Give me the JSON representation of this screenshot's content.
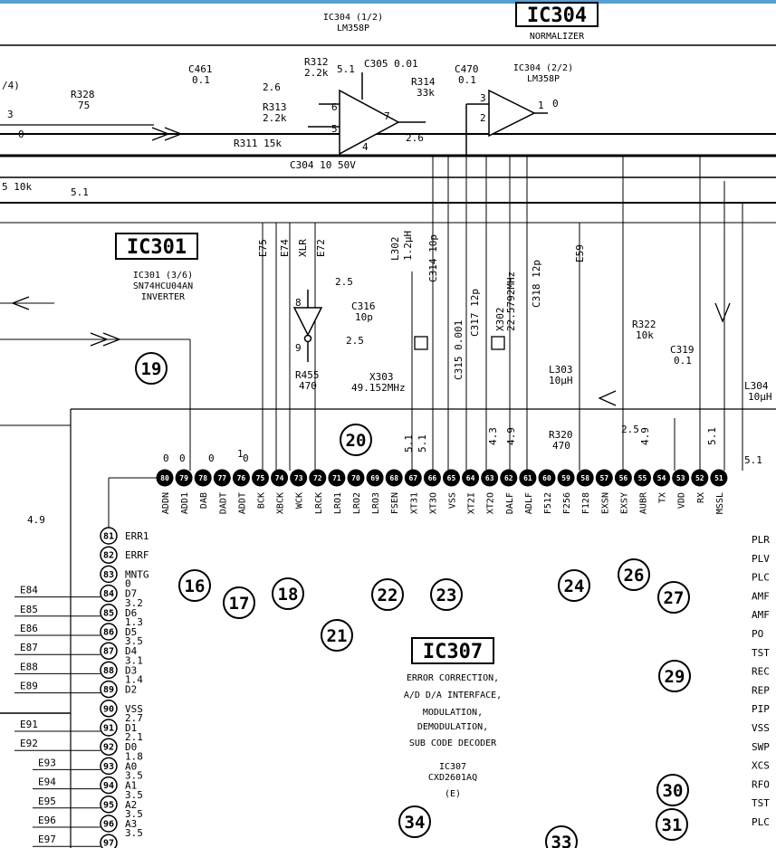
{
  "ic304": {
    "box": "IC304",
    "sub": "NORMALIZER",
    "half1": [
      "IC304 (1/2)",
      "LM358P"
    ],
    "half2": [
      "IC304 (2/2)",
      "LM358P"
    ]
  },
  "ic301": {
    "box": "IC301",
    "desc": [
      "IC301 (3/6)",
      "SN74HCU04AN",
      "INVERTER"
    ]
  },
  "ic307": {
    "box": "IC307",
    "desc": [
      "ERROR CORRECTION,",
      "A/D D/A INTERFACE,",
      "MODULATION,",
      "DEMODULATION,",
      "SUB CODE DECODER"
    ],
    "part": [
      "IC307",
      "CXD2601AQ",
      "(E)"
    ]
  },
  "components": [
    {
      "id": "c461",
      "lines": [
        "C461",
        "0.1"
      ]
    },
    {
      "id": "r312",
      "lines": [
        "R312",
        "2.2k"
      ]
    },
    {
      "id": "c305",
      "lines": [
        "C305 0.01"
      ]
    },
    {
      "id": "r314",
      "lines": [
        "R314",
        "33k"
      ]
    },
    {
      "id": "c470",
      "lines": [
        "C470",
        "0.1"
      ]
    },
    {
      "id": "r328",
      "lines": [
        "R328",
        "75"
      ]
    },
    {
      "id": "r313",
      "lines": [
        "R313",
        "2.2k"
      ]
    },
    {
      "id": "r311",
      "lines": [
        "R311 15k"
      ]
    },
    {
      "id": "c304",
      "lines": [
        "C304 10 50V"
      ]
    },
    {
      "id": "l302",
      "lines": [
        "L302",
        "1.2μH"
      ]
    },
    {
      "id": "c314",
      "lines": [
        "C314 10p"
      ]
    },
    {
      "id": "c317",
      "lines": [
        "C317 12p"
      ]
    },
    {
      "id": "x302",
      "lines": [
        "X302",
        "22.5792MHz"
      ]
    },
    {
      "id": "c318",
      "lines": [
        "C318 12p"
      ]
    },
    {
      "id": "c316",
      "lines": [
        "C316",
        "10p"
      ]
    },
    {
      "id": "c315",
      "lines": [
        "C315 0.001"
      ]
    },
    {
      "id": "x303",
      "lines": [
        "X303",
        "49.152MHz"
      ]
    },
    {
      "id": "r455",
      "lines": [
        "R455",
        "470"
      ]
    },
    {
      "id": "l303",
      "lines": [
        "L303",
        "10μH"
      ]
    },
    {
      "id": "r322",
      "lines": [
        "R322",
        "10k"
      ]
    },
    {
      "id": "c319",
      "lines": [
        "C319",
        "0.1"
      ]
    },
    {
      "id": "r320",
      "lines": [
        "R320",
        "470"
      ]
    },
    {
      "id": "l304",
      "lines": [
        "L304",
        "10μH"
      ]
    }
  ],
  "left_edge": {
    "frag1": "/4)",
    "frag2": "3",
    "frag3": "5 10k",
    "v51": "5.1",
    "v0": "0"
  },
  "edges": [
    "E75",
    "E74",
    "XLR",
    "E72",
    "E59"
  ],
  "voltages": {
    "v26a": "2.6",
    "v51a": "5.1",
    "v26b": "2.6",
    "v0out": "0",
    "v25a": "2.5",
    "v25b": "2.5",
    "v25c": "2.5",
    "v8": "8",
    "v9": "9",
    "v6": "6",
    "v5": "5",
    "v7": "7",
    "v4": "4",
    "v3": "3",
    "v2": "2",
    "v1": "1",
    "v49": "4.9"
  },
  "top_pins": [
    {
      "num": "80",
      "name": "ADDN"
    },
    {
      "num": "79",
      "name": "ADD1"
    },
    {
      "num": "78",
      "name": "DAB"
    },
    {
      "num": "77",
      "name": "DADT"
    },
    {
      "num": "76",
      "name": "ADDT"
    },
    {
      "num": "75",
      "name": "BCK"
    },
    {
      "num": "74",
      "name": "XBCK"
    },
    {
      "num": "73",
      "name": "WCK"
    },
    {
      "num": "72",
      "name": "LRCK"
    },
    {
      "num": "71",
      "name": "LRO1"
    },
    {
      "num": "70",
      "name": "LRO2"
    },
    {
      "num": "69",
      "name": "LRO3"
    },
    {
      "num": "68",
      "name": "FSEN"
    },
    {
      "num": "67",
      "name": "XT31"
    },
    {
      "num": "66",
      "name": "XT3O"
    },
    {
      "num": "65",
      "name": "VSS"
    },
    {
      "num": "64",
      "name": "XT2I"
    },
    {
      "num": "63",
      "name": "XT2O"
    },
    {
      "num": "62",
      "name": "DALF"
    },
    {
      "num": "61",
      "name": "ADLF"
    },
    {
      "num": "60",
      "name": "F512"
    },
    {
      "num": "59",
      "name": "F256"
    },
    {
      "num": "58",
      "name": "F128"
    },
    {
      "num": "57",
      "name": "EXSN"
    },
    {
      "num": "56",
      "name": "EXSY"
    },
    {
      "num": "55",
      "name": "AUBR"
    },
    {
      "num": "54",
      "name": "TX"
    },
    {
      "num": "53",
      "name": "VDD"
    },
    {
      "num": "52",
      "name": "RX"
    },
    {
      "num": "51",
      "name": "MSSL"
    }
  ],
  "top_pin_volts": [
    "0",
    "0",
    "0",
    "1",
    "0",
    "5.1",
    "5.1",
    "4.3",
    "4.9",
    "4.9",
    "5.1",
    "5.1"
  ],
  "left_pins": [
    {
      "num": "81",
      "name": "ERR1",
      "edge": "",
      "v": ""
    },
    {
      "num": "82",
      "name": "ERRF",
      "edge": "",
      "v": ""
    },
    {
      "num": "83",
      "name": "MNTG",
      "edge": "",
      "v": ""
    },
    {
      "num": "84",
      "name": "D7",
      "edge": "E84",
      "v": "0"
    },
    {
      "num": "85",
      "name": "D6",
      "edge": "E85",
      "v": "3.2"
    },
    {
      "num": "86",
      "name": "D5",
      "edge": "E86",
      "v": "1.3"
    },
    {
      "num": "87",
      "name": "D4",
      "edge": "E87",
      "v": "3.5"
    },
    {
      "num": "88",
      "name": "D3",
      "edge": "E88",
      "v": "3.1"
    },
    {
      "num": "89",
      "name": "D2",
      "edge": "E89",
      "v": "1.4"
    },
    {
      "num": "90",
      "name": "VSS",
      "edge": "",
      "v": ""
    },
    {
      "num": "91",
      "name": "D1",
      "edge": "E91",
      "v": "2.7"
    },
    {
      "num": "92",
      "name": "D0",
      "edge": "E92",
      "v": "2.1"
    },
    {
      "num": "93",
      "name": "A0",
      "edge": "E93",
      "v": "1.8"
    },
    {
      "num": "94",
      "name": "A1",
      "edge": "E94",
      "v": "3.5"
    },
    {
      "num": "95",
      "name": "A2",
      "edge": "E95",
      "v": "3.5"
    },
    {
      "num": "96",
      "name": "A3",
      "edge": "E96",
      "v": "3.5"
    },
    {
      "num": "97",
      "name": "",
      "edge": "E97",
      "v": "3.5"
    }
  ],
  "right_pins": [
    "PLR",
    "PLV",
    "PLC",
    "AMF",
    "AMF",
    "PO",
    "TST",
    "REC",
    "REP",
    "PIP",
    "VSS",
    "SWP",
    "XCS",
    "RFO",
    "TST",
    "PLC"
  ],
  "callouts": [
    "19",
    "20",
    "16",
    "17",
    "18",
    "21",
    "22",
    "23",
    "24",
    "26",
    "27",
    "29",
    "30",
    "31",
    "34",
    "33"
  ]
}
